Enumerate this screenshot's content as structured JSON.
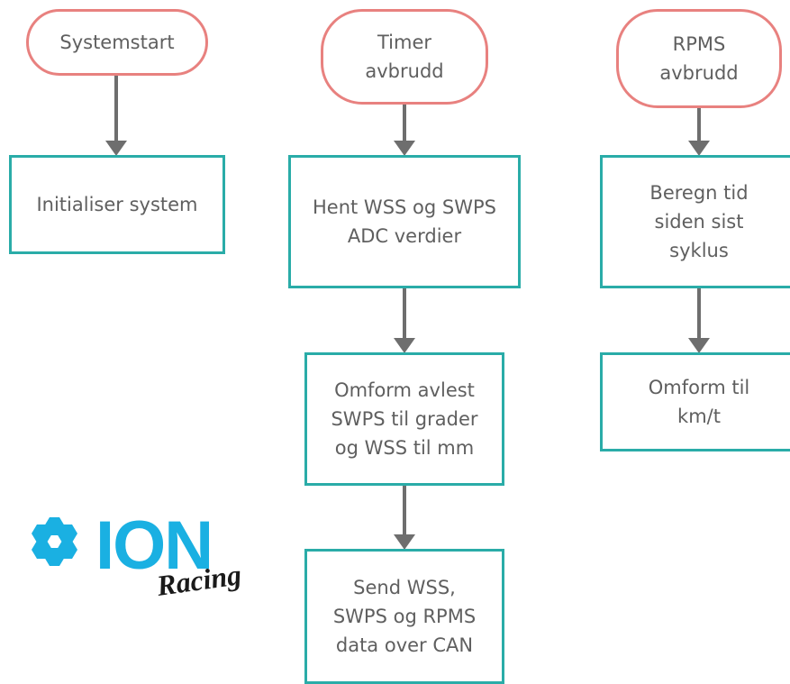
{
  "columns": [
    {
      "start": "Systemstart",
      "steps": [
        "Initialiser system"
      ]
    },
    {
      "start": "Timer\navbrudd",
      "steps": [
        "Hent WSS og SWPS\nADC verdier",
        "Omform avlest\nSWPS til grader\nog WSS til mm",
        "Send WSS,\nSWPS og RPMS\ndata over CAN"
      ]
    },
    {
      "start": "RPMS\navbrudd",
      "steps": [
        "Beregn tid\nsiden sist\nsyklus",
        "Omform til\nkm/t"
      ]
    }
  ],
  "logo": {
    "name": "ION",
    "script": "Racing"
  },
  "colors": {
    "terminal_border": "#e8817f",
    "process_border": "#2aaca8",
    "arrow": "#6e6e6e",
    "logo": "#1ab0e2",
    "logo_script": "#1a1a1a",
    "text": "#5f5f5f"
  }
}
